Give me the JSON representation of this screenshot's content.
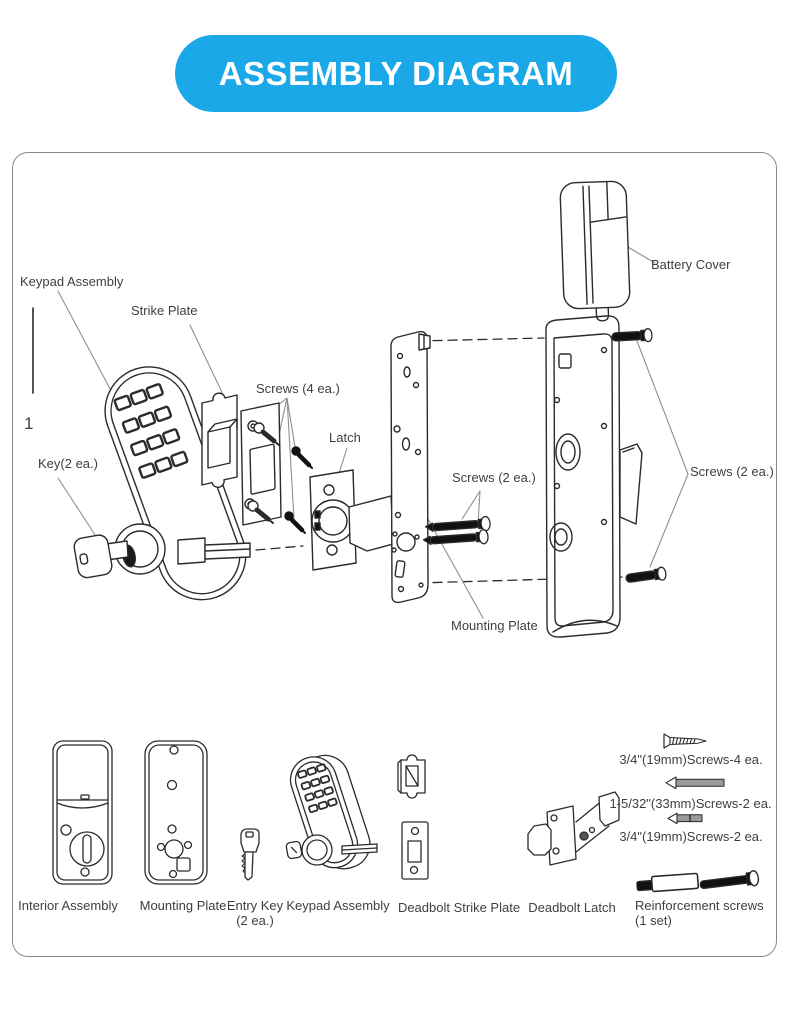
{
  "header": {
    "title": "ASSEMBLY DIAGRAM",
    "bg_color": "#1BA8E9",
    "text_color": "#FFFFFF"
  },
  "diagram": {
    "figure_number": "1",
    "callouts": {
      "keypad_assembly": "Keypad Assembly",
      "strike_plate": "Strike Plate",
      "screws_4ea": "Screws (4 ea.)",
      "latch": "Latch",
      "key_2ea": "Key(2 ea.)",
      "battery_cover": "Battery Cover",
      "screws_2ea_left": "Screws (2 ea.)",
      "screws_2ea_right": "Screws (2 ea.)",
      "mounting_plate": "Mounting Plate"
    }
  },
  "parts_list": {
    "interior_assembly": "Interior Assembly",
    "mounting_plate": "Mounting Plate",
    "entry_key": "Entry Key",
    "entry_key_qty": "(2 ea.)",
    "keypad_assembly": "Keypad Assembly",
    "deadbolt_strike_plate": "Deadbolt Strike Plate",
    "deadbolt_latch": "Deadbolt Latch",
    "reinforcement_screws": "Reinforcement screws",
    "reinforcement_screws_qty": "(1 set)",
    "screw_specs": [
      "3/4\"(19mm)Screws-4 ea.",
      "1-5/32\"(33mm)Screws-2 ea.",
      "3/4\"(19mm)Screws-2 ea."
    ]
  }
}
